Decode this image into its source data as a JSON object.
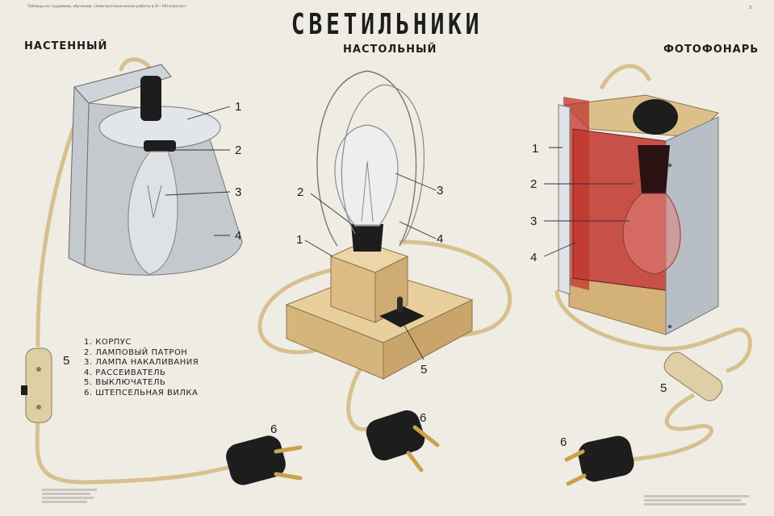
{
  "header": {
    "series": "Таблицы по трудовому обучению «Электротехнические работы в IV—VIII классах»",
    "page_number": "3",
    "title": "СВЕТИЛЬНИКИ"
  },
  "sections": {
    "wall": "НАСТЕННЫЙ",
    "table": "НАСТОЛЬНЫЙ",
    "photo": "ФОТОФОНАРЬ"
  },
  "callouts": [
    "1",
    "2",
    "3",
    "4",
    "5",
    "6"
  ],
  "legend": [
    "1. КОРПУС",
    "2. ЛАМПОВЫЙ ПАТРОН",
    "3. ЛАМПА НАКАЛИВАНИЯ",
    "4. РАССЕИВАТЕЛЬ",
    "5. ВЫКЛЮЧАТЕЛЬ",
    "6. ШТЕПСЕЛЬНАЯ ВИЛКА"
  ],
  "palette": {
    "paper": "#efece4",
    "cord": "#d8c08e",
    "wood": "#dfc18a",
    "metal": "#b7bec6",
    "red_filter": "#c0352e",
    "black": "#1d1d1d"
  }
}
